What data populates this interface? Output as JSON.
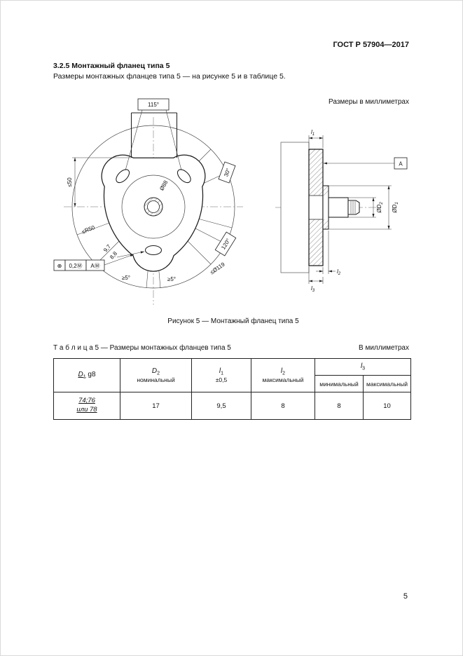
{
  "page": {
    "header": "ГОСТ Р 57904—2017",
    "number": "5"
  },
  "section": {
    "heading": "3.2.5  Монтажный фланец типа 5",
    "body": "Размеры монтажных фланцев типа 5 — на рисунке 5 и в таблице 5.",
    "units_note": "Размеры в миллиметрах"
  },
  "figure": {
    "caption": "Рисунок 5 — Монтажный фланец типа 5",
    "labels": {
      "angle_115": "115°",
      "le_50": "≤50",
      "dia_88": "Ø88",
      "angle_30": "30°",
      "le_r50": "≤R50",
      "val_9_7": "9,7",
      "val_8_8": "8,8",
      "angle_120": "120°",
      "ge_5": "≥5°",
      "le_dia_119": "≤Ø119",
      "tol_sym": "⊕",
      "tol_val": "0,2Ⓜ",
      "tol_ref": "AⓂ",
      "datum_a": "A",
      "l_main": "l",
      "l1_sub": "1",
      "l2_sub": "2",
      "l3_sub": "3",
      "d_main": "ØD",
      "d1_sub": "1",
      "d2_sub": "2"
    }
  },
  "table": {
    "title": "Т а б л и ц а  5 — Размеры монтажных фланцев типа 5",
    "units": "В миллиметрах",
    "headers": {
      "d1_main": "D",
      "d1_sub": "1",
      "d1_suffix": " g8",
      "d2_main": "D",
      "d2_sub": "2",
      "d2_note": "номинальный",
      "l1_main": "l",
      "l1_sub": "1",
      "l1_note": "±0,5",
      "l2_main": "l",
      "l2_sub": "2",
      "l2_note": "максимальный",
      "l3_main": "l",
      "l3_sub": "3",
      "l3_min": "минимальный",
      "l3_max": "максимальный"
    },
    "row": {
      "d1_line1": "74;76",
      "d1_line2": "или 78",
      "d2": "17",
      "l1": "9,5",
      "l2": "8",
      "l3_min": "8",
      "l3_max": "10"
    }
  }
}
